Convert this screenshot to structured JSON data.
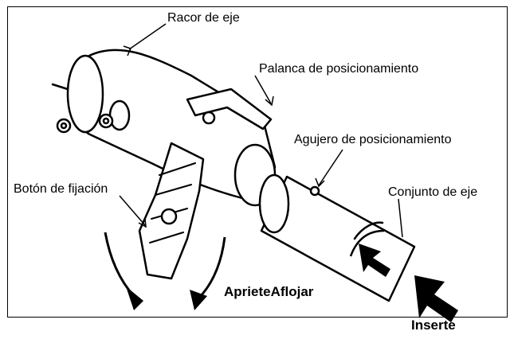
{
  "labels": {
    "racor": "Racor de eje",
    "palanca": "Palanca de posicionamiento",
    "agujero": "Agujero de posicionamiento",
    "conjunto": "Conjunto de eje",
    "boton": "Botón de fijación",
    "apriete_aflojar": "AprieteAflojar",
    "inserte": "Inserte"
  },
  "colors": {
    "line": "#000000",
    "background": "#ffffff"
  }
}
